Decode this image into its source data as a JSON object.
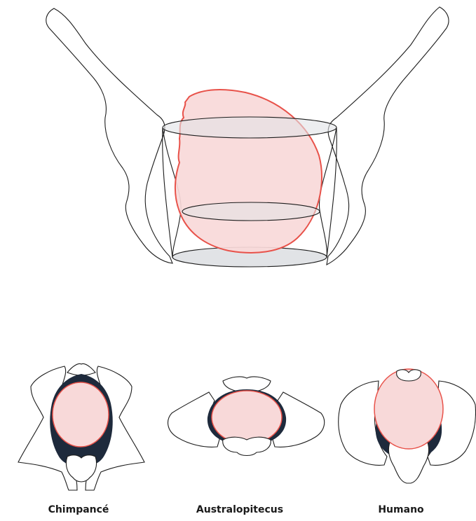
{
  "labels": {
    "chimp": "Chimpancé",
    "australopithecus": "Australopitecus",
    "human": "Humano"
  },
  "colors": {
    "outline": "#1c1c1c",
    "head_fill": "#f8d9d9",
    "head_stroke": "#e8524a",
    "canal_fill": "#1e2a3c",
    "ellipse_fill": "#e1e3e6"
  }
}
